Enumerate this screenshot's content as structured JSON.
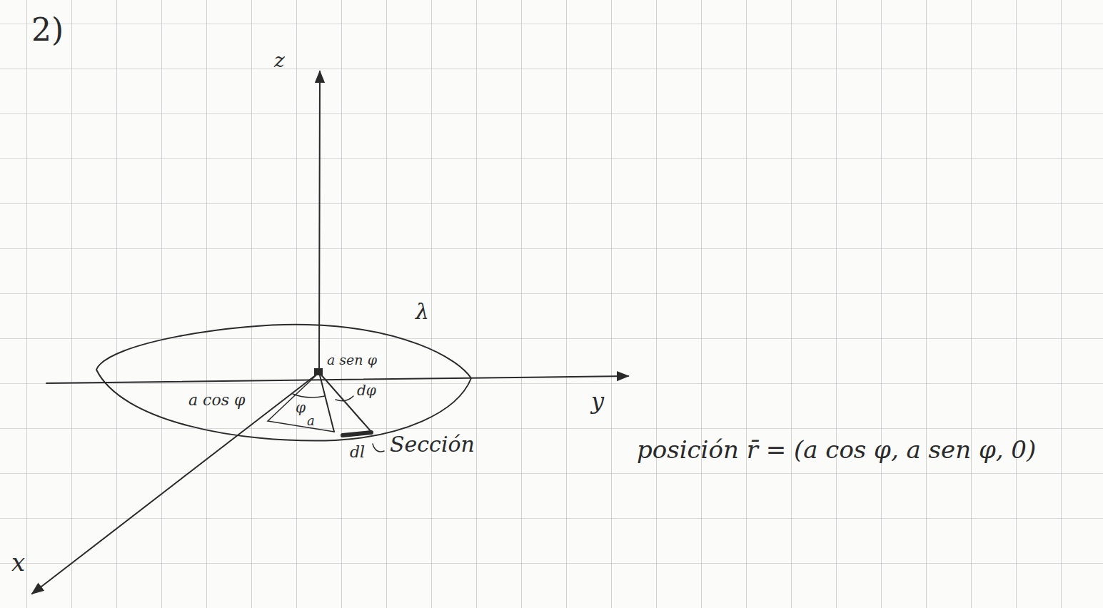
{
  "diagram": {
    "labels": [
      "2)",
      "z",
      "y",
      "x",
      "λ",
      "a sen φ",
      "a cos φ",
      "φ",
      "a",
      "dφ",
      "dl",
      "Sección",
      "posición r̄ = (a cos φ, a sen φ, 0)"
    ]
  }
}
